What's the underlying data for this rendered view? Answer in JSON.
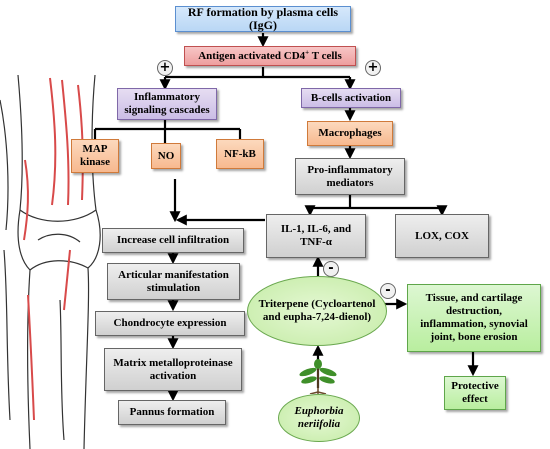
{
  "nodes": {
    "rf_formation": "RF formation by plasma cells (IgG)",
    "antigen_cd4": "Antigen activated CD4",
    "antigen_cd4_sup": "+",
    "antigen_cd4_tail": " T cells",
    "inflammatory_signaling": "Inflammatory signaling cascades",
    "b_cells": "B-cells activation",
    "map_kinase": "MAP kinase",
    "no": "NO",
    "nf_kb": "NF-kB",
    "macrophages": "Macrophages",
    "pro_inflammatory": "Pro-inflammatory mediators",
    "il_tnf": "IL-1, IL-6, and TNF-α",
    "lox_cox": "LOX, COX",
    "cell_infiltration": "Increase cell infiltration",
    "articular": "Articular manifestation stimulation",
    "chondrocyte": "Chondrocyte expression",
    "mmp": "Matrix metalloproteinase activation",
    "pannus": "Pannus formation",
    "triterpene": "Triterpene (Cycloartenol and eupha-7,24-dienol)",
    "tissue_destruction": "Tissue, and cartilage destruction, inflammation, synovial joint, bone erosion",
    "protective": "Protective effect",
    "euphorbia": "Euphorbia neriifolia"
  },
  "signs": {
    "plus": "+",
    "minus": "-"
  },
  "illustrations": [
    "knee-joint-illustration",
    "plant-icon"
  ]
}
